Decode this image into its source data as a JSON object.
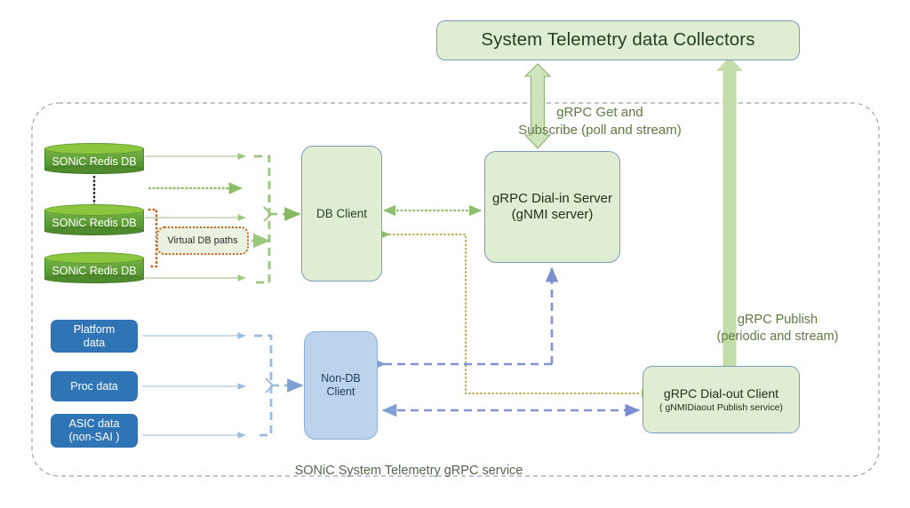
{
  "diagram": {
    "title": "SONiC System Telemetry gRPC service",
    "boundary_label": "SONiC System Telemetry gRPC service",
    "colors": {
      "green_fill": "#dfeed2",
      "green_border": "#7d9bbd",
      "blue_fill": "#2f74b5",
      "light_blue_fill": "#bcd3ec",
      "cylinder_green": "#5f9f37",
      "orange_dotted": "#c8641e",
      "label_green": "#5f7a41",
      "boundary_gray": "#9aa3b0",
      "block_arrow_green": "#c2ddaa"
    }
  },
  "nodes": {
    "collectors": {
      "label": "System Telemetry data Collectors"
    },
    "db_client": {
      "label": "DB Client"
    },
    "dial_in_server": {
      "label": "gRPC Dial-in Server\n(gNMI server)"
    },
    "dial_out_client": {
      "label": "gRPC Dial-out Client",
      "sublabel": "( gNMIDiaout Publish service)"
    },
    "non_db_client": {
      "label": "Non-DB\nClient"
    },
    "virtual_db_paths": {
      "label": "Virtual DB paths"
    },
    "databases": [
      {
        "label": "SONiC Redis DB"
      },
      {
        "label": "SONiC Redis DB"
      },
      {
        "label": "SONiC Redis DB"
      }
    ],
    "data_sources": [
      {
        "label": "Platform\ndata"
      },
      {
        "label": "Proc data"
      },
      {
        "label": "ASIC data\n(non-SAI )"
      }
    ]
  },
  "labels": {
    "get_subscribe": "gRPC Get  and\nSubscribe (poll and stream)",
    "publish": "gRPC Publish\n(periodic and stream)",
    "footer": "SONiC System Telemetry gRPC service"
  }
}
